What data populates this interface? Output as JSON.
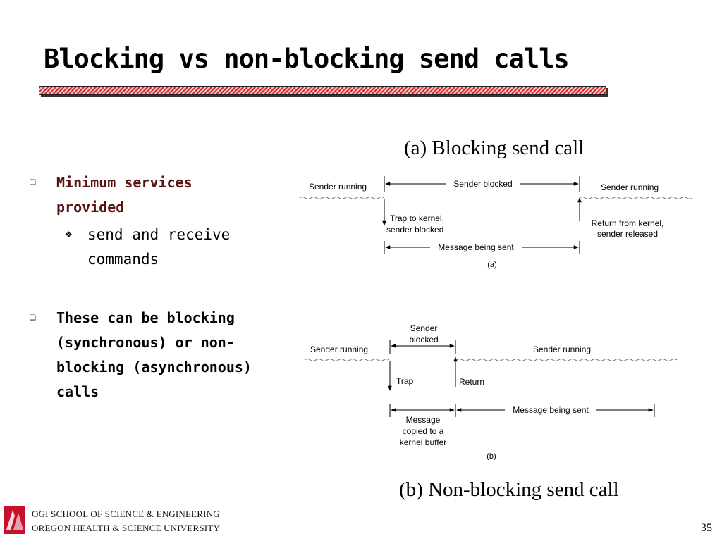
{
  "slide": {
    "title": "Blocking vs non-blocking send calls",
    "bullets": [
      {
        "text": "Minimum services provided",
        "sub": [
          "send and receive commands"
        ]
      },
      {
        "text": "These can be blocking (synchronous) or non-blocking (asynchronous) calls"
      }
    ],
    "page_number": "35"
  },
  "diagram_a": {
    "caption": "(a) Blocking send call",
    "sender_running_left": "Sender running",
    "sender_blocked": "Sender blocked",
    "sender_running_right": "Sender running",
    "trap_line1": "Trap to kernel,",
    "trap_line2": "sender blocked",
    "return_line1": "Return from kernel,",
    "return_line2": "sender released",
    "message_label": "Message being sent",
    "tag": "(a)"
  },
  "diagram_b": {
    "caption": "(b) Non-blocking send call",
    "sender_running_left": "Sender running",
    "sender_blocked_line1": "Sender",
    "sender_blocked_line2": "blocked",
    "sender_running_right": "Sender running",
    "trap": "Trap",
    "return": "Return",
    "copy_line1": "Message",
    "copy_line2": "copied to a",
    "copy_line3": "kernel buffer",
    "message_label": "Message being sent",
    "tag": "(b)"
  },
  "footer": {
    "school": "OGI SCHOOL OF SCIENCE & ENGINEERING",
    "university": "OREGON HEALTH & SCIENCE UNIVERSITY"
  },
  "colors": {
    "accent_red": "#d62a32",
    "bullet_dark_red": "#5a1212"
  }
}
